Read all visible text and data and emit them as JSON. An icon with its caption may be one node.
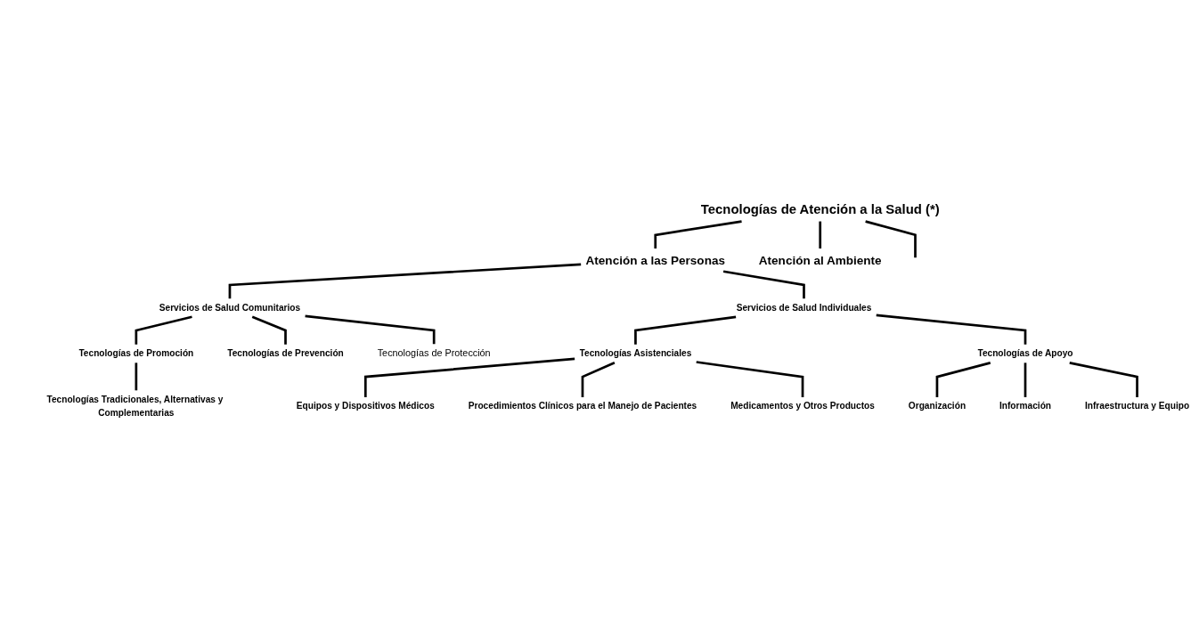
{
  "diagram": {
    "nodes": [
      {
        "text": [
          "Tecnologías de Atención a la Salud (*)"
        ]
      },
      {
        "text": [
          "Atención a las Personas"
        ]
      },
      {
        "text": [
          "Atención al Ambiente"
        ]
      },
      {
        "text": [
          "Servicios de Salud Comunitarios"
        ]
      },
      {
        "text": [
          "Servicios de Salud Individuales"
        ]
      },
      {
        "text": [
          "Tecnologías de Promoción"
        ]
      },
      {
        "text": [
          "Tecnologías de Prevención"
        ]
      },
      {
        "text": [
          "Tecnologías de Protección"
        ]
      },
      {
        "text": [
          "Tecnologías Tradicionales, Alternativas y Complementarias"
        ]
      },
      {
        "text": [
          "Tecnologías Asistenciales"
        ]
      },
      {
        "text": [
          "Tecnologías de Apoyo"
        ]
      },
      {
        "text": [
          "Equipos y Dispositivos Médicos"
        ]
      },
      {
        "text": [
          "Procedimientos Clínicos para el Manejo de Pacientes"
        ]
      },
      {
        "text": [
          "Medicamentos y Otros Productos"
        ]
      },
      {
        "text": [
          "Organización"
        ]
      },
      {
        "text": [
          "Información"
        ]
      },
      {
        "text": [
          "Infraestructura y Equipo"
        ]
      }
    ],
    "edges": [
      {
        "from": 0,
        "to": 1,
        "arrow": "none"
      },
      {
        "from": 0,
        "to": null,
        "arrow": "none"
      },
      {
        "from": 0,
        "to": 2,
        "arrow": "none"
      },
      {
        "from": 1,
        "to": 3,
        "arrow": "none"
      },
      {
        "from": 1,
        "to": 4,
        "arrow": "none"
      },
      {
        "from": 3,
        "to": 5,
        "arrow": "none"
      },
      {
        "from": 3,
        "to": 6,
        "arrow": "none"
      },
      {
        "from": 3,
        "to": 7,
        "arrow": "none"
      },
      {
        "from": 5,
        "to": 8,
        "arrow": "none"
      },
      {
        "from": 4,
        "to": 9,
        "arrow": "none"
      },
      {
        "from": 4,
        "to": 10,
        "arrow": "none"
      },
      {
        "from": 9,
        "to": 11,
        "arrow": "none"
      },
      {
        "from": 9,
        "to": 12,
        "arrow": "none"
      },
      {
        "from": 9,
        "to": 13,
        "arrow": "none"
      },
      {
        "from": 10,
        "to": 14,
        "arrow": "none"
      },
      {
        "from": 10,
        "to": 15,
        "arrow": "none"
      },
      {
        "from": 10,
        "to": 16,
        "arrow": "none"
      }
    ]
  }
}
